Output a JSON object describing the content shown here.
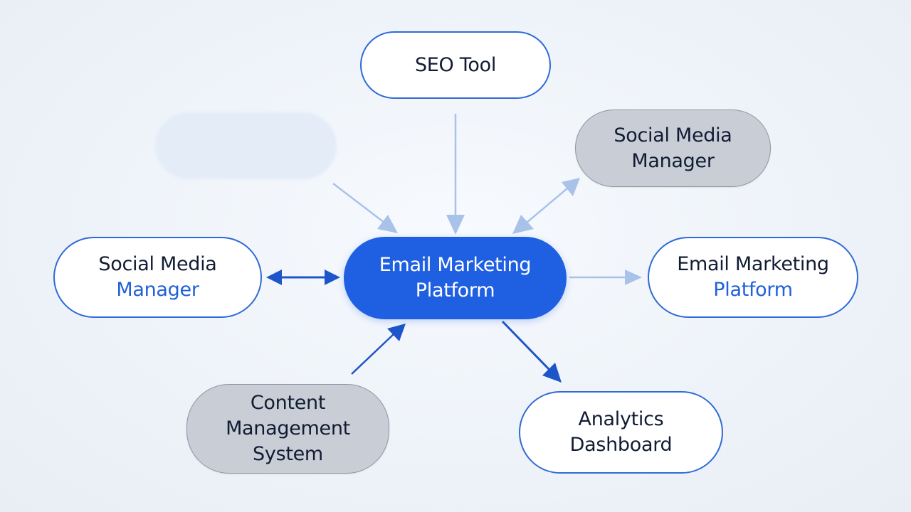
{
  "colors": {
    "primary": "#1f5fe2",
    "node_border": "#2f6bd6",
    "accent_text": "#2060d8",
    "grey_node": "#c9ced6",
    "arrow_strong": "#1e56c9",
    "arrow_light": "#a9c2ea"
  },
  "nodes": {
    "seo": {
      "label": "SEO Tool"
    },
    "smm_top": {
      "line1": "Social Media",
      "line2": "Manager"
    },
    "smm_left": {
      "line1": "Social Media",
      "line2": "Manager"
    },
    "center": {
      "line1": "Email Marketing",
      "line2": "Platform"
    },
    "emp_right": {
      "line1": "Email Marketing",
      "line2": "Platform"
    },
    "cms": {
      "line1": "Content",
      "line2": "Management",
      "line3": "System"
    },
    "analytics": {
      "line1": "Analytics",
      "line2": "Dashboard"
    }
  },
  "edges": [
    {
      "from": "seo",
      "to": "center",
      "style": "light",
      "direction": "one-way"
    },
    {
      "from": "blank-node",
      "to": "center",
      "style": "light",
      "direction": "one-way"
    },
    {
      "from": "smm_top",
      "to": "center",
      "style": "light",
      "direction": "two-way"
    },
    {
      "from": "smm_left",
      "to": "center",
      "style": "strong",
      "direction": "two-way"
    },
    {
      "from": "center",
      "to": "emp_right",
      "style": "light",
      "direction": "one-way"
    },
    {
      "from": "cms",
      "to": "center",
      "style": "strong",
      "direction": "one-way"
    },
    {
      "from": "center",
      "to": "analytics",
      "style": "strong",
      "direction": "one-way"
    }
  ]
}
